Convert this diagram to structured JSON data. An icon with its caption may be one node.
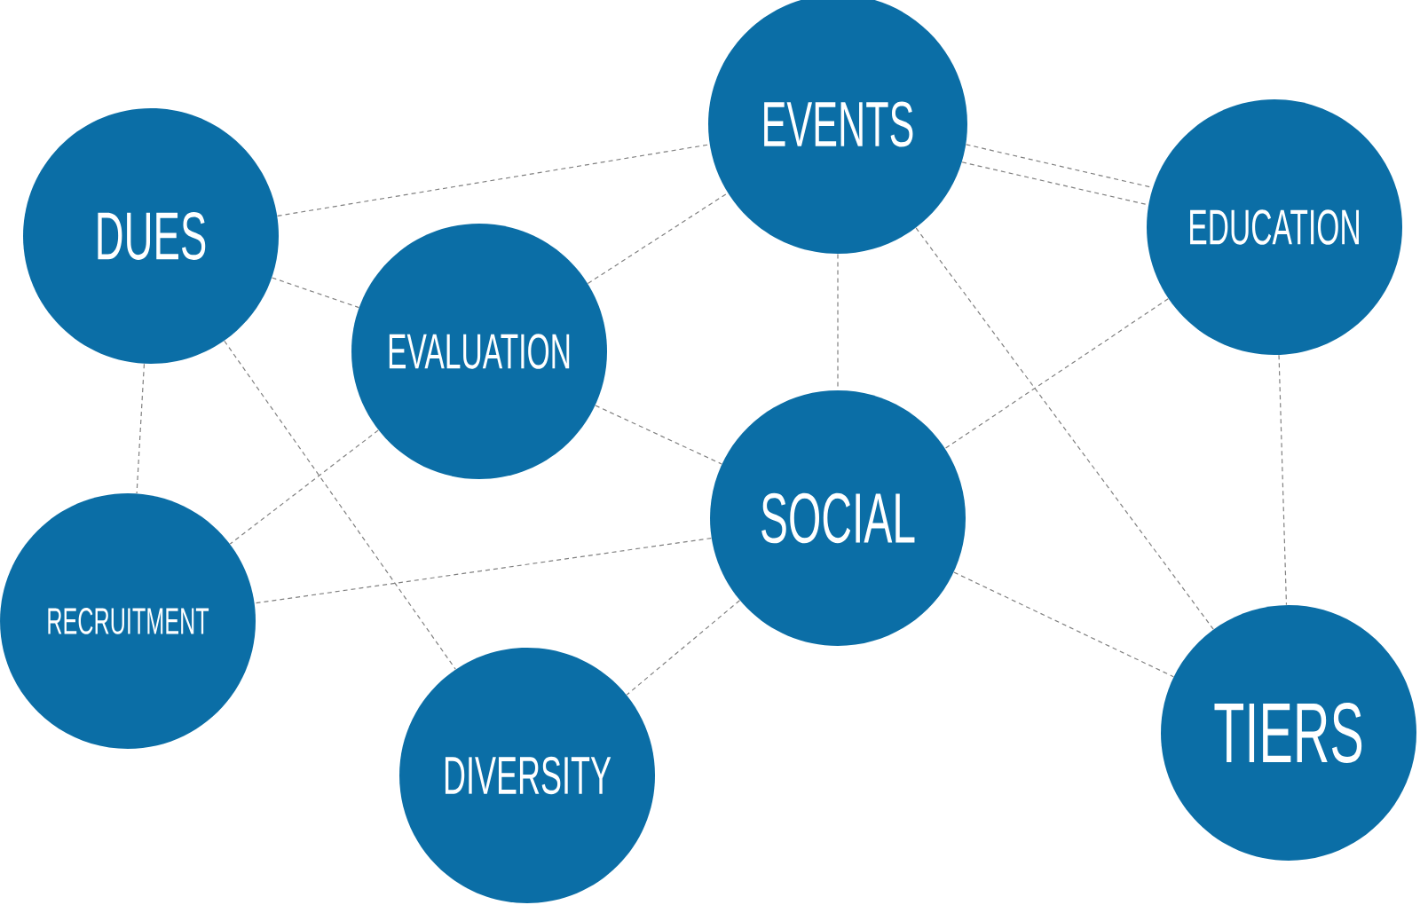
{
  "diagram": {
    "nodes": [
      {
        "text": [
          "EVENTS"
        ]
      },
      {
        "text": [
          "EDUCATION"
        ]
      },
      {
        "text": [
          "DUES"
        ]
      },
      {
        "text": [
          "EVALUATION"
        ]
      },
      {
        "text": [
          "SOCIAL"
        ]
      },
      {
        "text": [
          "RECRUITMENT"
        ]
      },
      {
        "text": [
          "TIERS"
        ]
      },
      {
        "text": [
          "DIVERSITY"
        ]
      }
    ],
    "edges": [
      {
        "from": 2,
        "to": 0,
        "arrow": "none",
        "style": "dashed"
      },
      {
        "from": 2,
        "to": 3,
        "arrow": "none",
        "style": "dashed"
      },
      {
        "from": 2,
        "to": 5,
        "arrow": "none",
        "style": "dashed"
      },
      {
        "from": 2,
        "to": 7,
        "arrow": "none",
        "style": "dashed"
      },
      {
        "from": 3,
        "to": 0,
        "arrow": "none",
        "style": "dashed"
      },
      {
        "from": 3,
        "to": 5,
        "arrow": "none",
        "style": "dashed"
      },
      {
        "from": 3,
        "to": 4,
        "arrow": "none",
        "style": "dashed"
      },
      {
        "from": 0,
        "to": 1,
        "arrow": "none",
        "style": "dashed"
      },
      {
        "from": 0,
        "to": 1,
        "arrow": "none",
        "style": "dashed"
      },
      {
        "from": 0,
        "to": 4,
        "arrow": "none",
        "style": "dashed"
      },
      {
        "from": 0,
        "to": 6,
        "arrow": "none",
        "style": "dashed"
      },
      {
        "from": 1,
        "to": 4,
        "arrow": "none",
        "style": "dashed"
      },
      {
        "from": 1,
        "to": 6,
        "arrow": "none",
        "style": "dashed"
      },
      {
        "from": 4,
        "to": 5,
        "arrow": "none",
        "style": "dashed"
      },
      {
        "from": 4,
        "to": 7,
        "arrow": "none",
        "style": "dashed"
      },
      {
        "from": 4,
        "to": 6,
        "arrow": "none",
        "style": "dashed"
      }
    ]
  }
}
